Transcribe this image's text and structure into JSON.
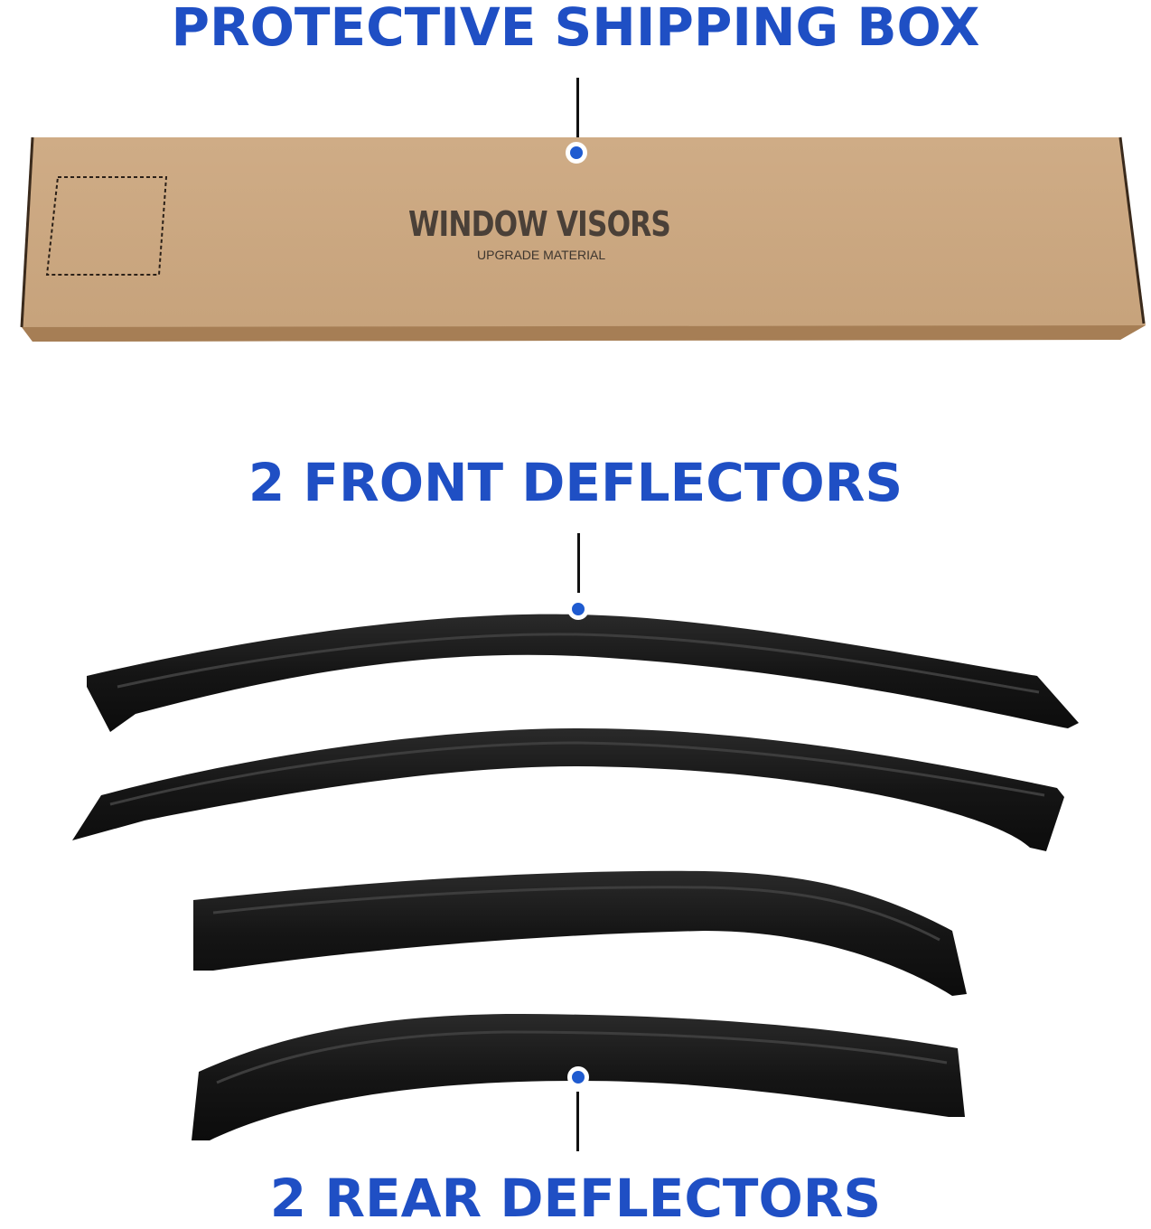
{
  "labels": {
    "shipping_box": "PROTECTIVE SHIPPING BOX",
    "front_deflectors": "2 FRONT DEFLECTORS",
    "rear_deflectors": "2 REAR DEFLECTORS"
  },
  "box": {
    "title": "WINDOW VISORS",
    "subtitle": "UPGRADE MATERIAL"
  },
  "colors": {
    "accent_blue": "#1f4fc4",
    "dot_blue": "#1f5bd0",
    "cardboard": "#c9a57f",
    "visor_black": "#1a1a1a"
  }
}
